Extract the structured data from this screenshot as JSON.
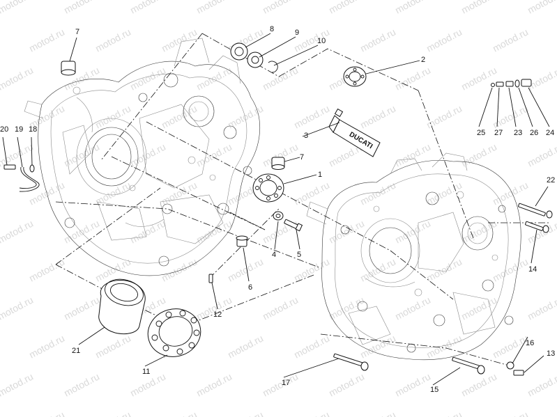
{
  "watermark": {
    "text": "motod.ru"
  },
  "callouts": [
    "1",
    "2",
    "3",
    "4",
    "5",
    "6",
    "7",
    "7",
    "8",
    "9",
    "10",
    "11",
    "12",
    "13",
    "14",
    "14",
    "15",
    "16",
    "17",
    "18",
    "19",
    "20",
    "21",
    "22",
    "23",
    "24",
    "25",
    "26",
    "27"
  ],
  "tube_label": "DUCATI"
}
